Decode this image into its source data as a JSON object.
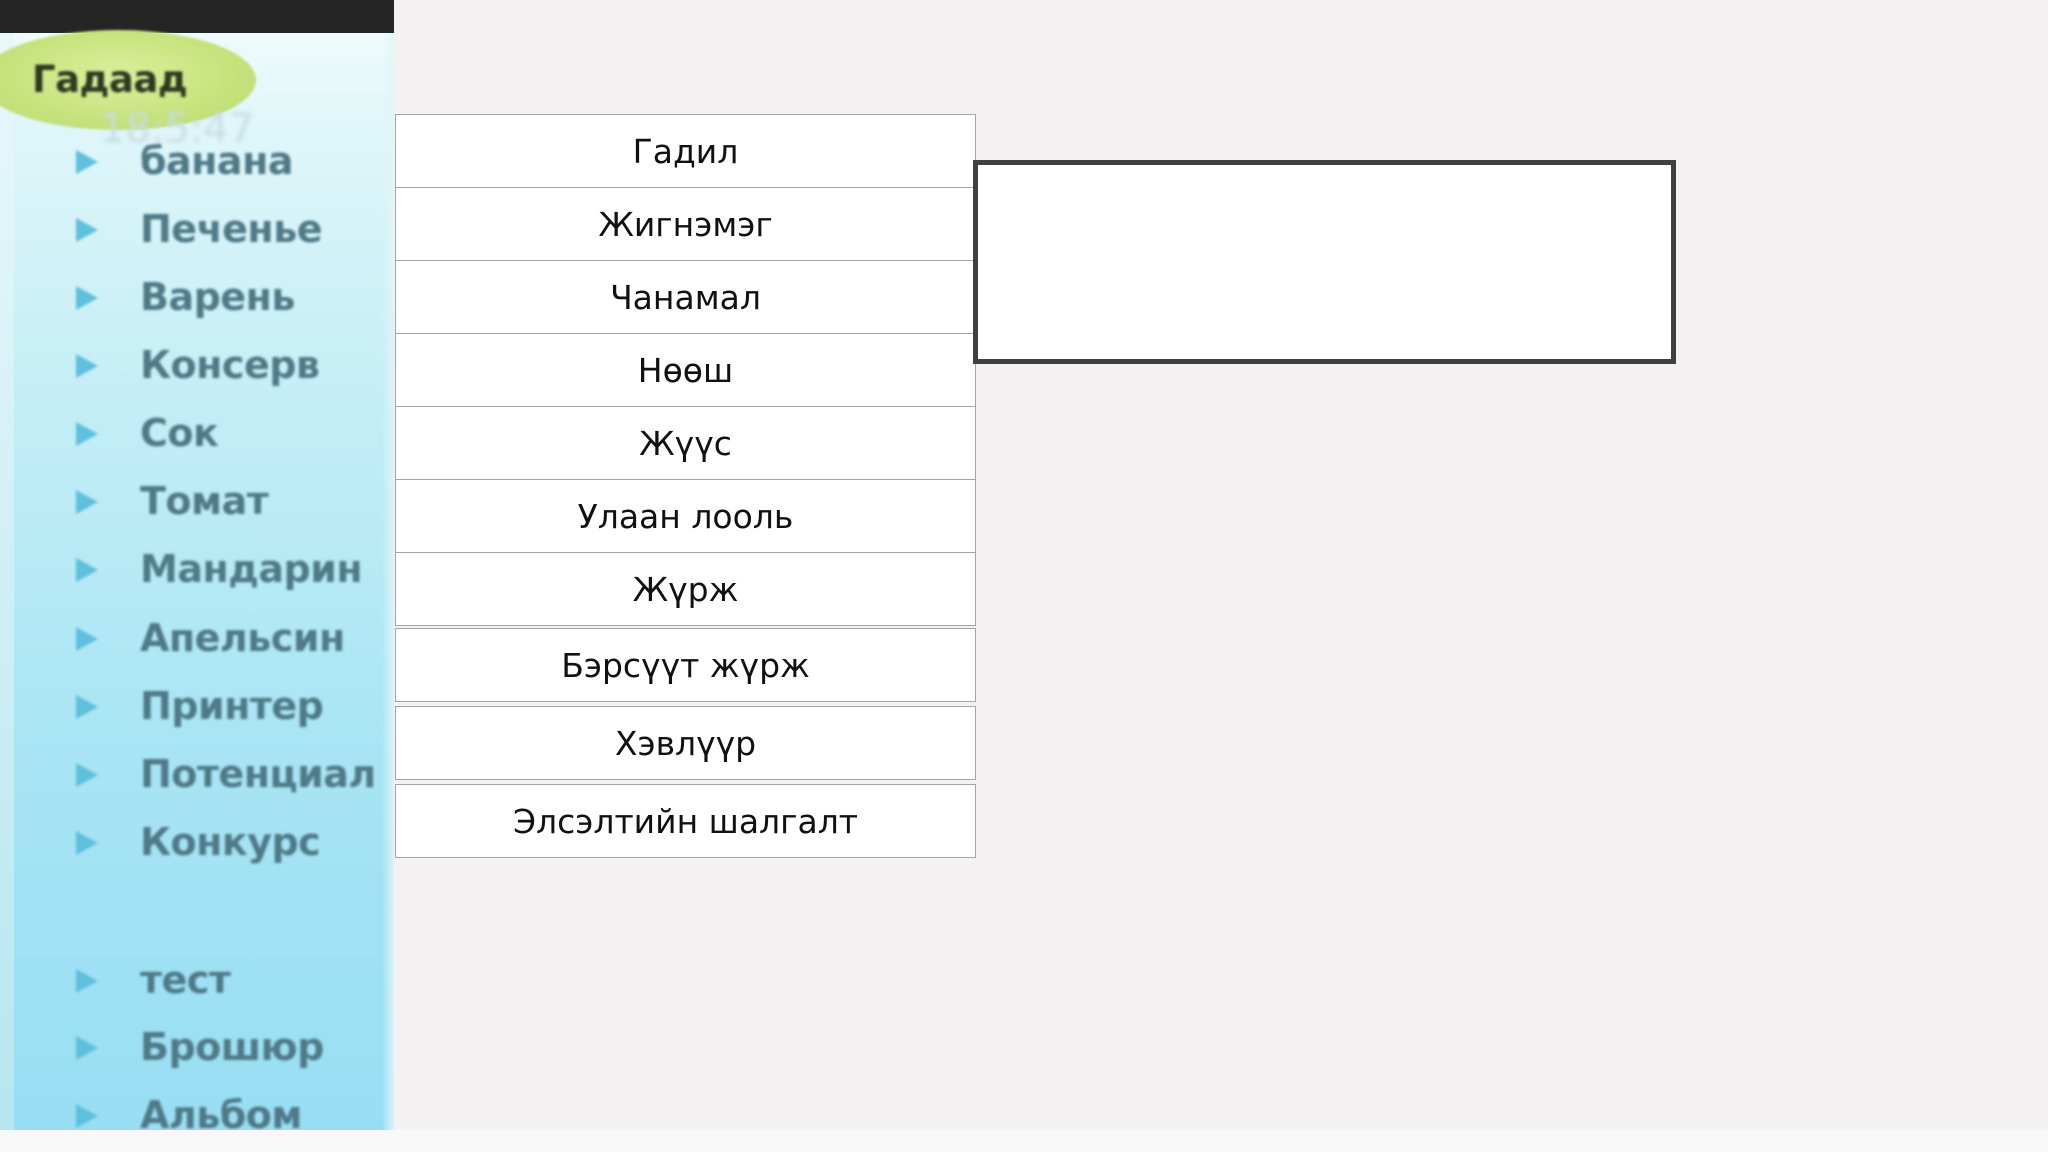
{
  "sidebar": {
    "category_label": "Гадаад",
    "ghost_number": "18:5:47",
    "items": [
      {
        "label": "банана"
      },
      {
        "label": "Печенье"
      },
      {
        "label": "Варень"
      },
      {
        "label": "Консерв"
      },
      {
        "label": "Сок"
      },
      {
        "label": "Томат"
      },
      {
        "label": "Мандарин"
      },
      {
        "label": "Апельсин"
      },
      {
        "label": "Принтер"
      },
      {
        "label": "Потенциал"
      },
      {
        "label": "Конкурс"
      },
      {
        "label": "тест"
      },
      {
        "label": "Брошюр"
      },
      {
        "label": "Альбом"
      }
    ]
  },
  "cards": [
    {
      "label": "Гадил"
    },
    {
      "label": "Жигнэмэг"
    },
    {
      "label": "Чанамал"
    },
    {
      "label": "Нөөш"
    },
    {
      "label": "Жүүс"
    },
    {
      "label": "Улаан лооль"
    },
    {
      "label": "Жүрж"
    },
    {
      "label": "Бэрсүүт жүрж"
    },
    {
      "label": "Хэвлүүр"
    },
    {
      "label": "Элсэлтийн шалгалт"
    }
  ],
  "colors": {
    "card_border": "#a4a4a4",
    "answer_border": "#404040",
    "pill_green": "#c8e37e",
    "arrow_cyan": "#5ec0dc",
    "background": "#f3f1f2"
  }
}
